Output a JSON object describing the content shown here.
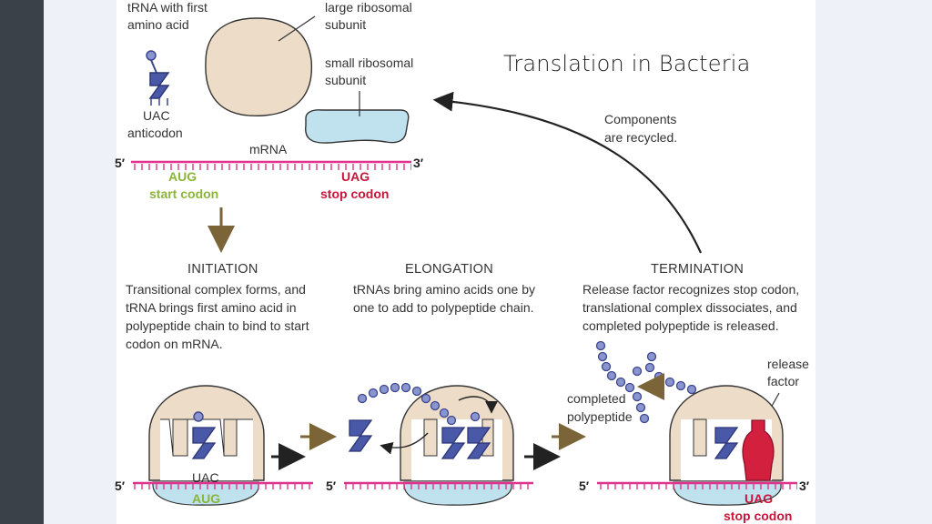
{
  "slide": {
    "title": "Translation in Bacteria"
  },
  "top": {
    "trna_label": [
      "tRNA with first",
      "amino acid"
    ],
    "large_subunit_label": [
      "large ribosomal",
      "subunit"
    ],
    "small_subunit_label": [
      "small ribosomal",
      "subunit"
    ],
    "anticodon": "UAC",
    "anticodon_label": "anticodon",
    "mrna_label": "mRNA",
    "five_prime": "5′",
    "three_prime": "3′",
    "start_codon": "AUG",
    "start_codon_label": "start codon",
    "stop_codon": "UAG",
    "stop_codon_label": "stop codon",
    "recycle_label": [
      "Components",
      "are recycled."
    ]
  },
  "stages": {
    "initiation": {
      "title": "INITIATION",
      "description": [
        "Transitional complex forms, and",
        "tRNA brings first amino acid in",
        "polypeptide chain to bind to start",
        "codon on mRNA."
      ],
      "anticodon": "UAC",
      "codon": "AUG"
    },
    "elongation": {
      "title": "ELONGATION",
      "description": [
        "tRNAs bring amino acids one by",
        "one to add to polypeptide chain."
      ]
    },
    "termination": {
      "title": "TERMINATION",
      "description": [
        "Release factor recognizes stop codon,",
        "translational complex dissociates, and",
        "completed polypeptide is released."
      ],
      "release_factor_label": [
        "release",
        "factor"
      ],
      "polypeptide_label": [
        "completed",
        "polypeptide"
      ],
      "codon": "UAG",
      "codon_label": "stop codon"
    }
  },
  "colors": {
    "mrna": "#e0338c",
    "large_subunit": "#ecdcc8",
    "small_subunit": "#bfe2ee",
    "trna": "#4a58a8",
    "start_green": "#8bb63a",
    "stop_red": "#c8163a",
    "arrow_brown": "#7a6438"
  }
}
